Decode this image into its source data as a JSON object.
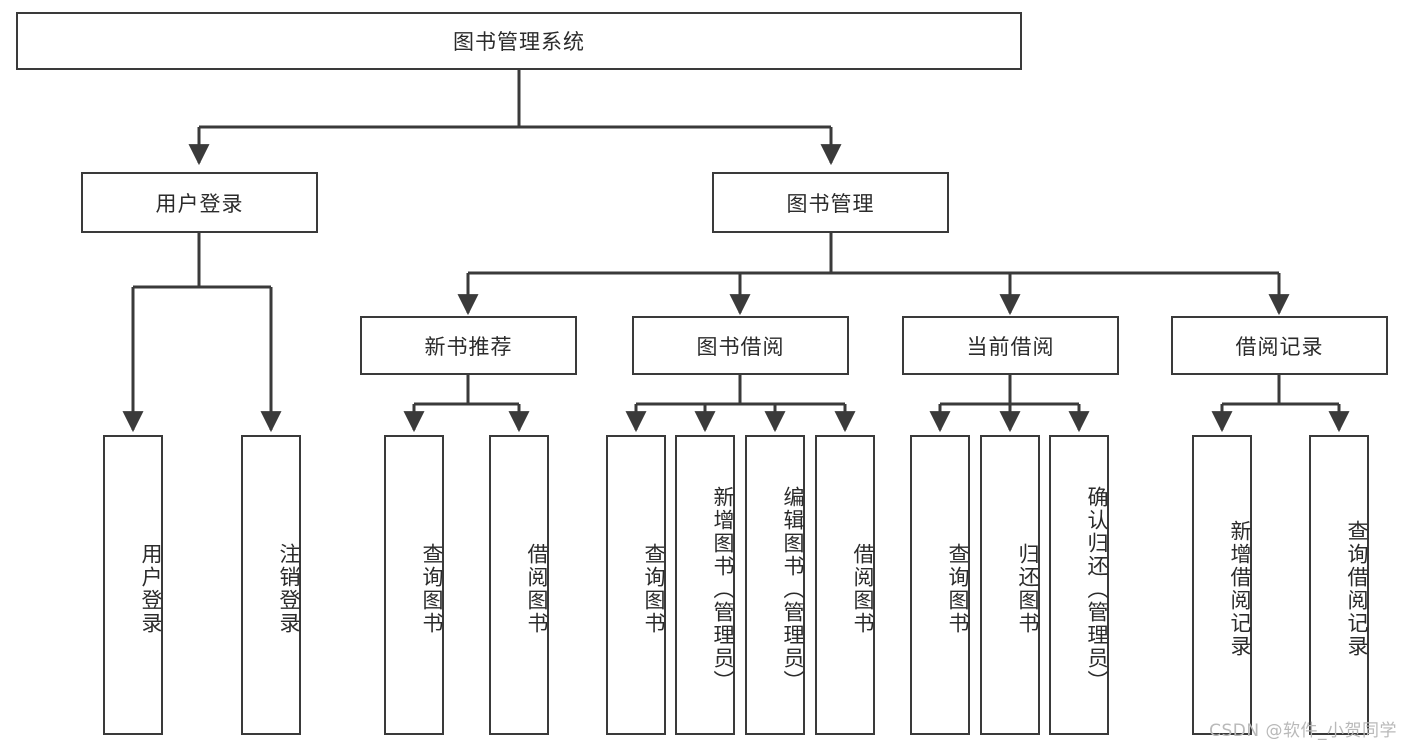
{
  "diagram": {
    "type": "tree-hierarchy",
    "title": "图书管理系统",
    "root": {
      "label": "图书管理系统"
    },
    "level2": [
      {
        "label": "用户登录"
      },
      {
        "label": "图书管理"
      }
    ],
    "level3": [
      {
        "label": "新书推荐"
      },
      {
        "label": "图书借阅"
      },
      {
        "label": "当前借阅"
      },
      {
        "label": "借阅记录"
      }
    ],
    "leaves": {
      "user_login": [
        {
          "label": "用户登录"
        },
        {
          "label": "注销登录"
        }
      ],
      "new_book_recommend": [
        {
          "label": "查询图书"
        },
        {
          "label": "借阅图书"
        }
      ],
      "book_borrow": [
        {
          "label": "查询图书"
        },
        {
          "label": "新增图书（管理员）"
        },
        {
          "label": "编辑图书（管理员）"
        },
        {
          "label": "借阅图书"
        }
      ],
      "current_borrow": [
        {
          "label": "查询图书"
        },
        {
          "label": "归还图书"
        },
        {
          "label": "确认归还（管理员）"
        }
      ],
      "borrow_record": [
        {
          "label": "新增借阅记录"
        },
        {
          "label": "查询借阅记录"
        }
      ]
    }
  },
  "watermark": {
    "text": "CSDN @软件_小贺同学"
  },
  "colors": {
    "stroke": "#3a3a3a",
    "box_fill": "#ffffff",
    "text": "#2b2b2b",
    "watermark": "#b9b9b9",
    "background": "#ffffff"
  }
}
